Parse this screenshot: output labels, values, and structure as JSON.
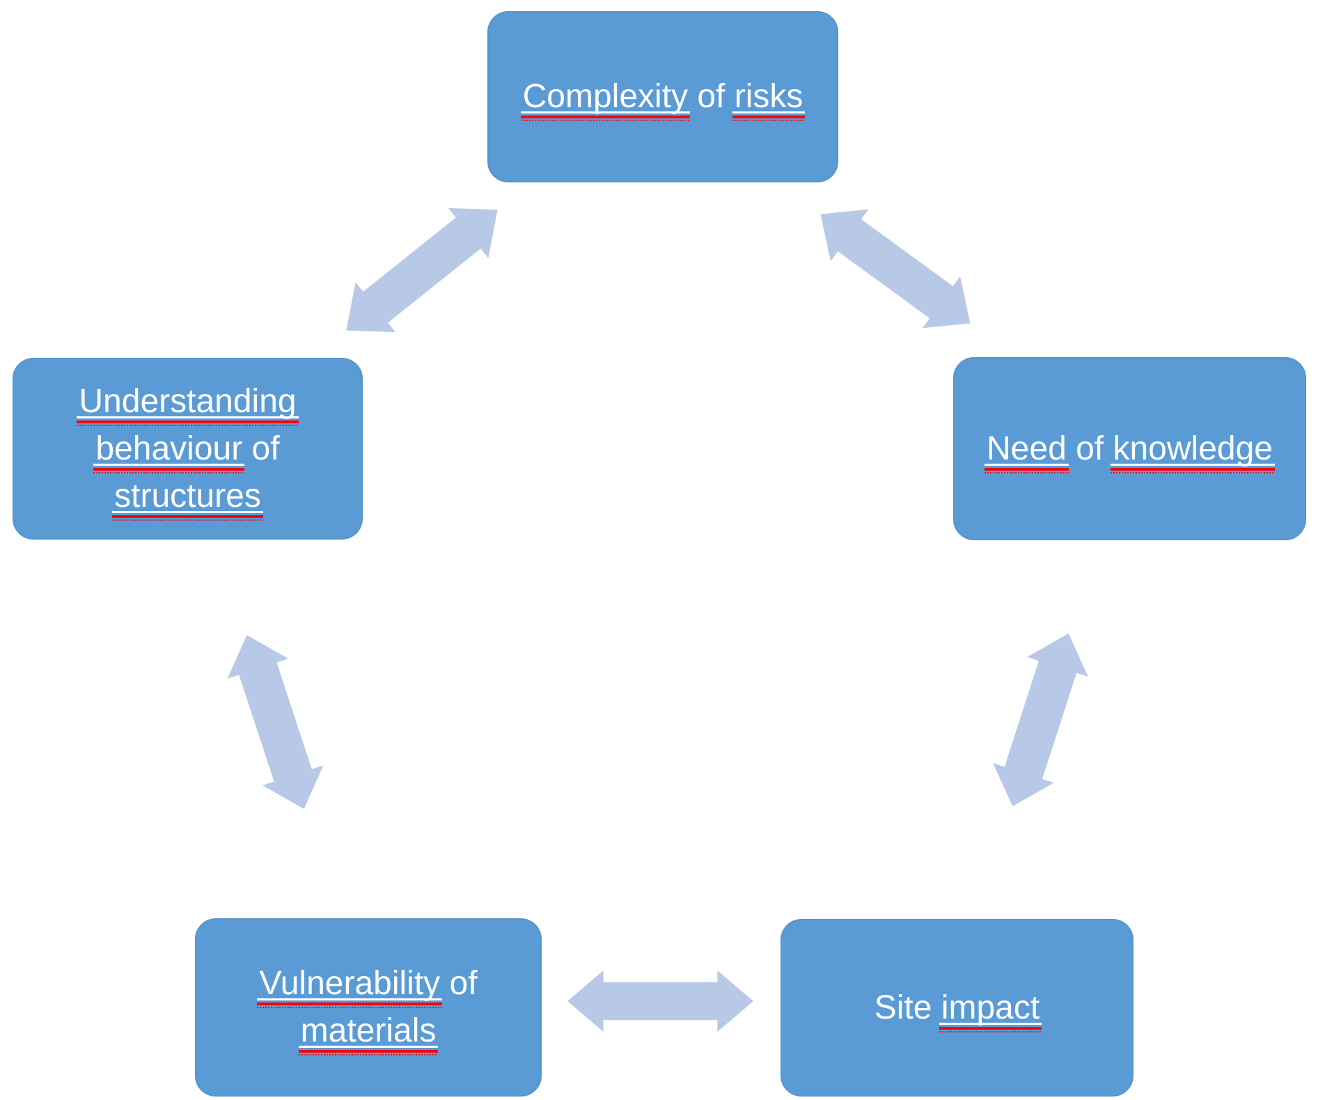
{
  "diagram": {
    "type": "cycle-diagram",
    "background": "#ffffff",
    "colors": {
      "node_fill": "#5b9bd5",
      "node_border": "#5694cf",
      "node_text": "#ffffff",
      "arrow_fill": "#b7c9e6",
      "underline_white": "#ffffff",
      "spellcheck_red": "#ff0000"
    },
    "nodes": [
      {
        "id": "complexity-of-risks",
        "label": "Complexity of risks",
        "lines": [
          [
            {
              "text": "Complexity",
              "misspelled": true
            },
            {
              "text": " of ",
              "misspelled": false
            },
            {
              "text": "risks",
              "misspelled": true
            }
          ]
        ]
      },
      {
        "id": "understanding-behaviour-of-structures",
        "label": "Understanding behaviour of structures",
        "lines": [
          [
            {
              "text": "Understanding",
              "misspelled": true
            }
          ],
          [
            {
              "text": "behaviour",
              "misspelled": true
            },
            {
              "text": " of",
              "misspelled": false
            }
          ],
          [
            {
              "text": "structures",
              "misspelled": true
            }
          ]
        ]
      },
      {
        "id": "need-of-knowledge",
        "label": "Need of knowledge",
        "lines": [
          [
            {
              "text": "Need",
              "misspelled": true
            },
            {
              "text": " of ",
              "misspelled": false
            },
            {
              "text": "knowledge",
              "misspelled": true
            }
          ]
        ]
      },
      {
        "id": "vulnerability-of-materials",
        "label": "Vulnerability of materials",
        "lines": [
          [
            {
              "text": "Vulnerability",
              "misspelled": true
            },
            {
              "text": " of",
              "misspelled": false
            }
          ],
          [
            {
              "text": "materials",
              "misspelled": true
            }
          ]
        ]
      },
      {
        "id": "site-impact",
        "label": "Site impact",
        "lines": [
          [
            {
              "text": "Site ",
              "misspelled": false
            },
            {
              "text": "impact",
              "misspelled": true
            }
          ]
        ]
      }
    ],
    "connections": [
      {
        "from": "complexity-of-risks",
        "to": "understanding-behaviour-of-structures",
        "bidirectional": true
      },
      {
        "from": "complexity-of-risks",
        "to": "need-of-knowledge",
        "bidirectional": true
      },
      {
        "from": "understanding-behaviour-of-structures",
        "to": "vulnerability-of-materials",
        "bidirectional": true
      },
      {
        "from": "need-of-knowledge",
        "to": "site-impact",
        "bidirectional": true
      },
      {
        "from": "vulnerability-of-materials",
        "to": "site-impact",
        "bidirectional": true
      }
    ]
  }
}
